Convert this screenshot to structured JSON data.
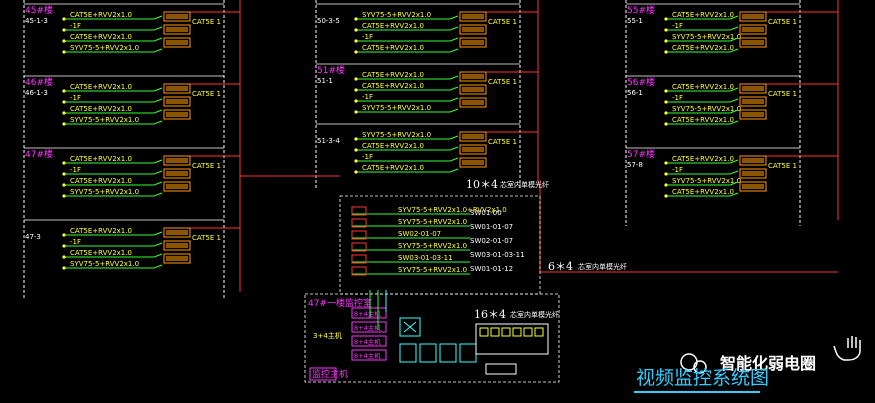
{
  "colors": {
    "background": "#000000",
    "rack_border": "#ffffff",
    "floor_label": "#ff33ff",
    "cable_text": "#ffff33",
    "green_line": "#33ff33",
    "red_line": "#ff3333",
    "switch_orange": "#ff9900",
    "title_cyan": "#33ccff"
  },
  "left_column": {
    "floors": [
      {
        "label": "45#楼",
        "riser": "45-1-3",
        "rows": [
          "CAT5E+RVV2x1.0",
          "-1F",
          "CAT5E+RVV2x1.0",
          "SYV75-5+RVV2x1.0"
        ],
        "tag": "CAT5E 1"
      },
      {
        "label": "46#楼",
        "riser": "46-1-3",
        "rows": [
          "CAT5E+RVV2x1.0",
          "-1F",
          "CAT5E+RVV2x1.0",
          "SYV75-5+RVV2x1.0"
        ],
        "tag": "CAT5E 1"
      },
      {
        "label": "47#楼",
        "riser": "",
        "rows": [
          "CAT5E+RVV2x1.0",
          "-1F",
          "CAT5E+RVV2x1.0",
          "SYV75-5+RVV2x1.0"
        ],
        "tag": "CAT5E 1"
      },
      {
        "label": "",
        "riser": "47-3",
        "rows": [
          "CAT5E+RVV2x1.0",
          "-1F",
          "CAT5E+RVV2x1.0",
          "SYV75-5+RVV2x1.0"
        ],
        "tag": "CAT5E 1"
      }
    ]
  },
  "middle_column": {
    "floors": [
      {
        "label": "",
        "riser": "50-3-5",
        "rows": [
          "SYV75-5+RVV2x1.0",
          "CAT5E+RVV2x1.0",
          "-1F",
          "CAT5E+RVV2x1.0"
        ],
        "tag": "CAT5E 1"
      },
      {
        "label": "51#楼",
        "riser": "51-1",
        "rows": [
          "CAT5E+RVV2x1.0",
          "CAT5E+RVV2x1.0",
          "-1F",
          "SYV75-5+RVV2x1.0"
        ],
        "tag": "CAT5E 1"
      },
      {
        "label": "",
        "riser": "51-3-4",
        "rows": [
          "SYV75-5+RVV2x1.0",
          "CAT5E+RVV2x1.0",
          "-1F",
          "CAT5E+RVV2x1.0"
        ],
        "tag": "CAT5E 1"
      }
    ]
  },
  "right_column": {
    "floors": [
      {
        "label": "55#楼",
        "riser": "55-1",
        "rows": [
          "CAT5E+RVV2x1.0",
          "-1F",
          "SYV75-5+RVV2x1.0",
          "CAT5E+RVV2x1.0"
        ],
        "tag": "CAT5E 1"
      },
      {
        "label": "56#楼",
        "riser": "56-1",
        "rows": [
          "CAT5E+RVV2x1.0",
          "-1F",
          "SYV75-5+RVV2x1.0",
          "CAT5E+RVV2x1.0"
        ],
        "tag": "CAT5E 1"
      },
      {
        "label": "57#楼",
        "riser": "57-8",
        "rows": [
          "CAT5E+RVV2x1.0",
          "-1F",
          "SYV75-5+RVV2x1.0",
          "CAT5E+RVV2x1.0"
        ],
        "tag": "CAT5E 1"
      }
    ]
  },
  "center": {
    "fiber_top": "10＊4",
    "fiber_top_suffix": "芯室内单模光纤",
    "fiber_right": "6＊4",
    "fiber_right_suffix": "芯室内单模光纤",
    "fiber_bottom": "16＊4",
    "fiber_bottom_suffix": "芯室内单模光纤",
    "cable_rows": [
      "SYV75-5+RVV2x1.0+RVV2x1.0",
      "SYV75-5+RVV2x1.0",
      "SW02-01-07",
      "SYV75-5+RVV2x1.0",
      "SW03-01-03-11",
      "SYV75-5+RVV2x1.0"
    ],
    "switch_ids": [
      "SW01-00",
      "SW01-01-07",
      "SW02-01-07",
      "SW03-01-03-11",
      "SW01-01-12"
    ],
    "monitor_label": "47#一楼监控室",
    "main_label": "3+4主机",
    "control_label": "监控主机",
    "box_labels": [
      "8+4主机",
      "8+4主机",
      "8+4主机",
      "8+4主机"
    ]
  },
  "branding": {
    "watermark": "智能化弱电圈",
    "title": "视频监控系统图"
  }
}
